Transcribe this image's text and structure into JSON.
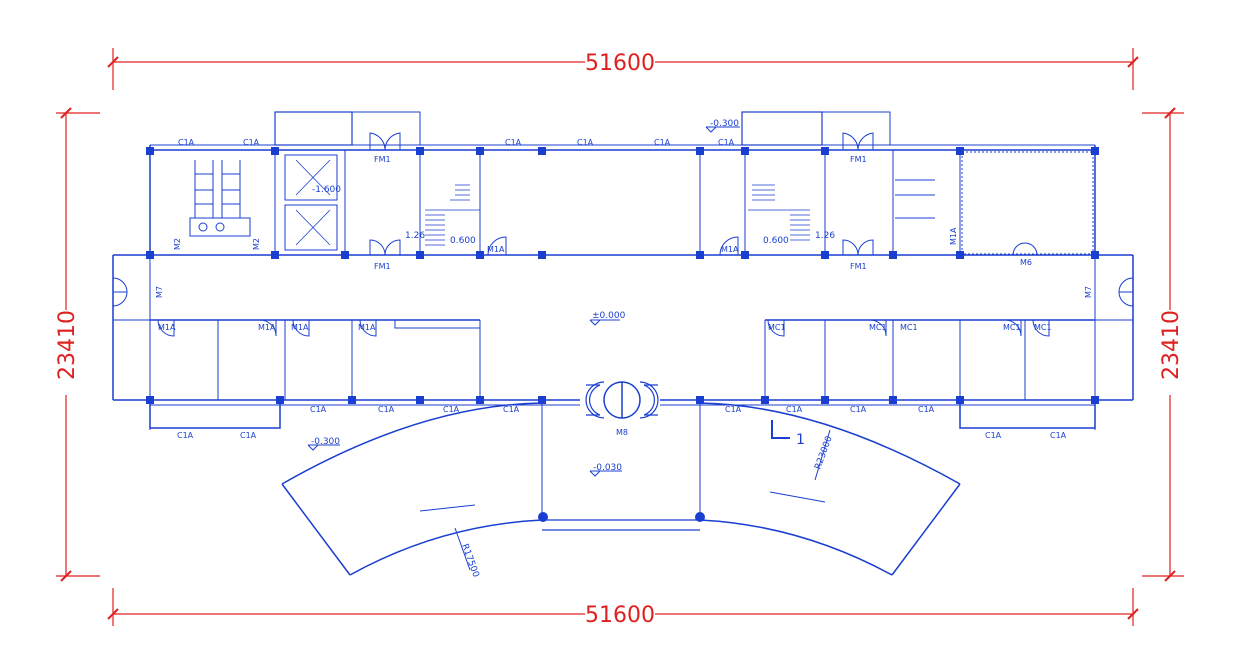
{
  "dimensions": {
    "top": "51600",
    "bottom": "51600",
    "left": "23410",
    "right": "23410"
  },
  "elevations": {
    "top_center": "-0.300",
    "main_floor": "±0.000",
    "entrance": "-0.030",
    "left_outside": "-0.300",
    "stair_left_mid": "-1.600",
    "stair_left_landing": "0.600",
    "stair_right_landing": "0.600",
    "stair_left_level": "1.26",
    "stair_right_level": "1.26"
  },
  "windows": {
    "c1a": "C1A"
  },
  "doors": {
    "fm1": "FM1",
    "m1a": "M1A",
    "mc1": "MC1",
    "m2": "M2",
    "m6": "M6",
    "m7": "M7",
    "m8": "M8"
  },
  "section_mark": "1",
  "radii": {
    "left": "R17500",
    "right": "R23000"
  },
  "colors": {
    "walls": "#1a3fd0",
    "dimensions": "#e02020",
    "background": "#ffffff"
  }
}
